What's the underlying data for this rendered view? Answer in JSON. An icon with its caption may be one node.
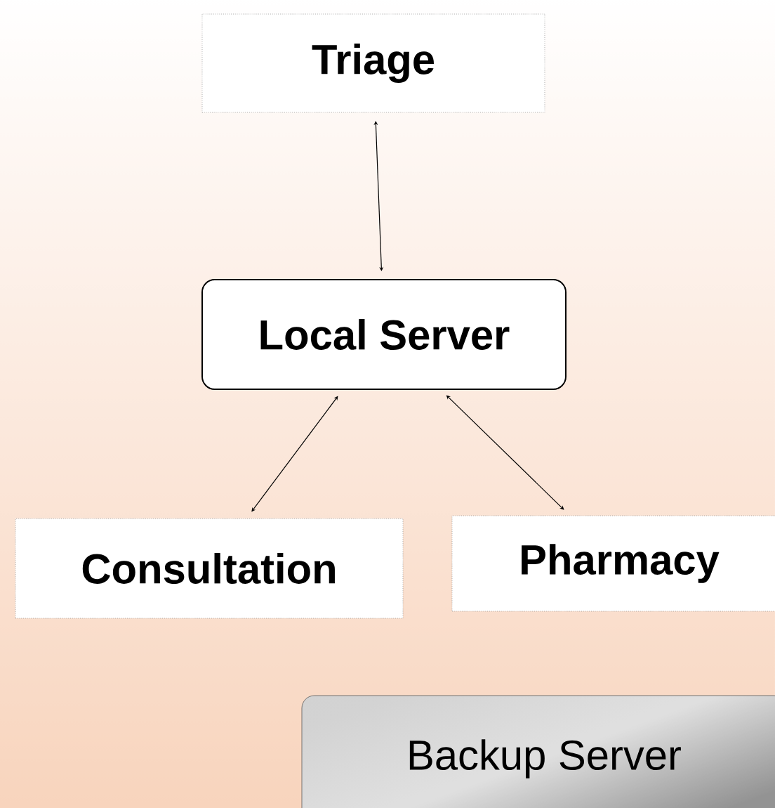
{
  "diagram": {
    "nodes": [
      {
        "text": [
          "Triage"
        ]
      },
      {
        "text": [
          "Local Server"
        ]
      },
      {
        "text": [
          "Consultation"
        ]
      },
      {
        "text": [
          "Pharmacy"
        ]
      },
      {
        "text": [
          "Backup Server"
        ]
      }
    ],
    "edges": [
      {
        "from": 1,
        "to": 0,
        "arrow": "both"
      },
      {
        "from": 2,
        "to": 1,
        "arrow": "both"
      },
      {
        "from": 3,
        "to": 1,
        "arrow": "both"
      }
    ]
  }
}
